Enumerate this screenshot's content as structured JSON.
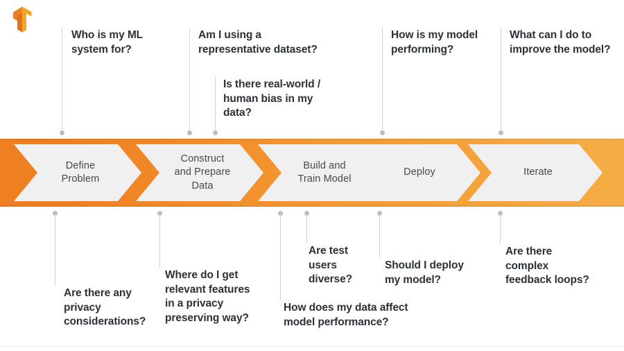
{
  "logo": {
    "name": "tensorflow-logo",
    "colors": {
      "light": "#f6a623",
      "mid": "#ef8022",
      "dark": "#e2711d"
    }
  },
  "theme": {
    "band_left": "#ef8022",
    "band_right": "#f6ad46",
    "chevron_fill": "#f0f0f0",
    "chevron_text": "#484848",
    "callout_text": "#2d3134",
    "connector": "#d2d2d2",
    "connector_dot": "#bdbdbd"
  },
  "pipeline": {
    "name": "ml-lifecycle-pipeline",
    "stages": [
      {
        "id": "define-problem",
        "label": "Define\nProblem"
      },
      {
        "id": "construct-and-prepare-data",
        "label": "Construct\nand Prepare\nData"
      },
      {
        "id": "build-and-train-model",
        "label": "Build and\nTrain Model"
      },
      {
        "id": "deploy",
        "label": "Deploy"
      },
      {
        "id": "iterate",
        "label": "Iterate"
      }
    ]
  },
  "callouts_top": [
    {
      "id": "who-is-my-ml-system-for",
      "text": "Who is my ML\nsystem for?"
    },
    {
      "id": "am-i-using-a-representative-dataset",
      "text": "Am I using a\nrepresentative dataset?"
    },
    {
      "id": "is-there-real-world-human-bias-in-my-data",
      "text": "Is there real-world /\nhuman bias in my\ndata?"
    },
    {
      "id": "how-is-my-model-performing",
      "text": "How is my model\nperforming?"
    },
    {
      "id": "what-can-i-do-to-improve-the-model",
      "text": "What can I do to\nimprove the model?"
    }
  ],
  "callouts_bottom": [
    {
      "id": "are-there-any-privacy-considerations",
      "text": "Are there any\nprivacy\nconsiderations?"
    },
    {
      "id": "where-do-i-get-relevant-features-in-a-privacy-preserving-way",
      "text": "Where do I get\nrelevant features\nin a privacy\npreserving way?"
    },
    {
      "id": "how-does-my-data-affect-model-performance",
      "text": "How does my data affect\nmodel performance?"
    },
    {
      "id": "are-test-users-diverse",
      "text": "Are test\nusers\ndiverse?"
    },
    {
      "id": "should-i-deploy-my-model",
      "text": "Should I deploy\nmy model?"
    },
    {
      "id": "are-there-complex-feedback-loops",
      "text": "Are there\ncomplex\nfeedback loops?"
    }
  ]
}
